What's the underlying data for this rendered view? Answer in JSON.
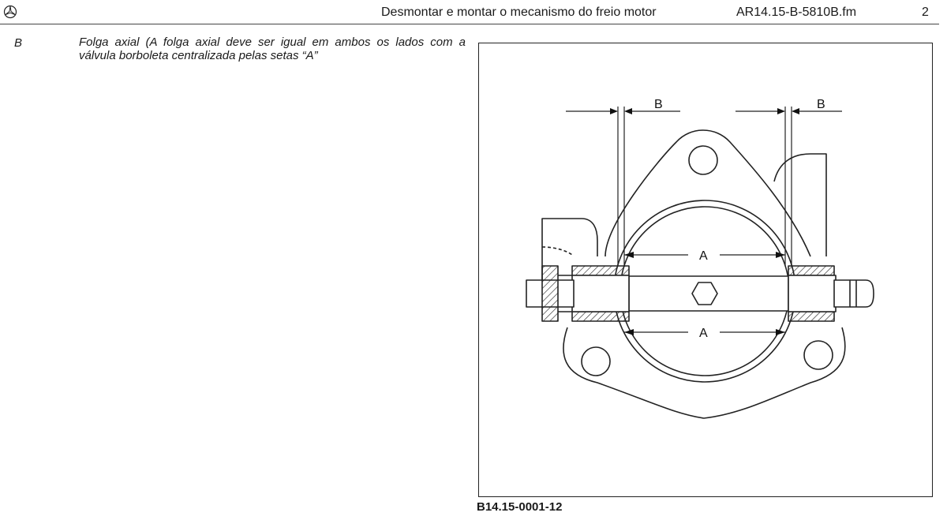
{
  "header": {
    "logo_icon": "mercedes-star-icon",
    "doc_title": "Desmontar e montar o mecanismo do freio motor",
    "file_name": "AR14.15-B-5810B.fm",
    "page_number": "2"
  },
  "legend_item": {
    "key": "B",
    "text": "Folga axial (A folga axial deve ser igual em ambos os lados com a válvula borboleta centralizada pelas setas “A”"
  },
  "figure": {
    "dimension_labels": {
      "b_left": "B",
      "b_right": "B",
      "a_top": "A",
      "a_bottom": "A"
    },
    "caption": "B14.15-0001-12"
  }
}
